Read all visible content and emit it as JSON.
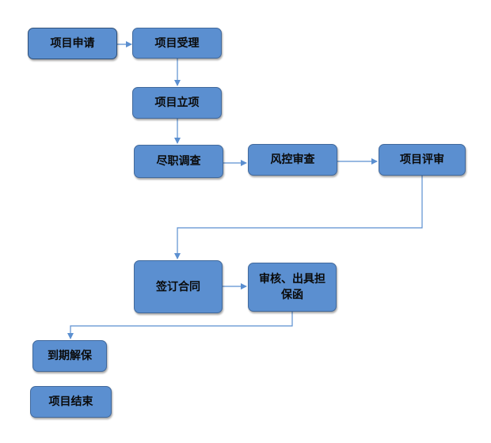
{
  "nodes": {
    "apply": "项目申请",
    "accept": "项目受理",
    "approve": "项目立项",
    "due_diligence": "尽职调查",
    "risk_review": "风控审查",
    "project_review": "项目评审",
    "sign_contract": "签订合同",
    "issue_guarantee_line1": "审核、出具担",
    "issue_guarantee_line2": "保函",
    "release": "到期解保",
    "end": "项目结束"
  },
  "colors": {
    "box_fill": "#5b8fd0",
    "box_border": "#41699c",
    "arrow": "#5b8fd0"
  }
}
